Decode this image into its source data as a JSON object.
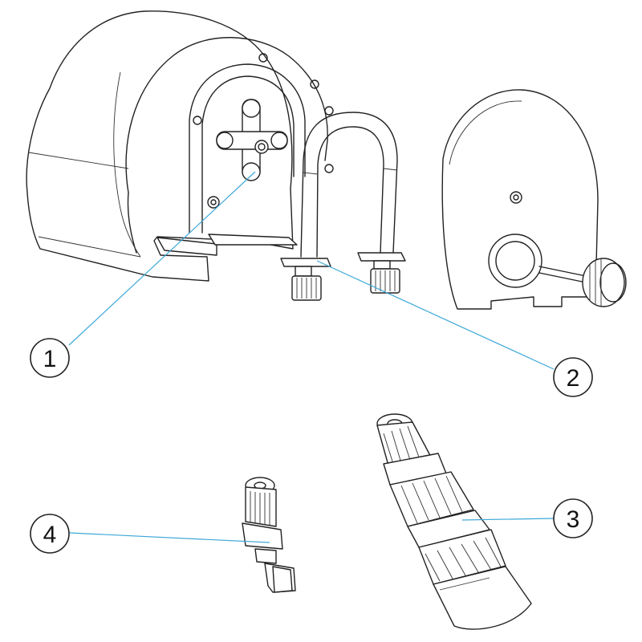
{
  "callouts": [
    {
      "id": "1",
      "label": "1"
    },
    {
      "id": "2",
      "label": "2"
    },
    {
      "id": "3",
      "label": "3"
    },
    {
      "id": "4",
      "label": "4"
    }
  ],
  "colors": {
    "line": "#222222",
    "leader": "#3ea8d8",
    "background": "#ffffff"
  }
}
